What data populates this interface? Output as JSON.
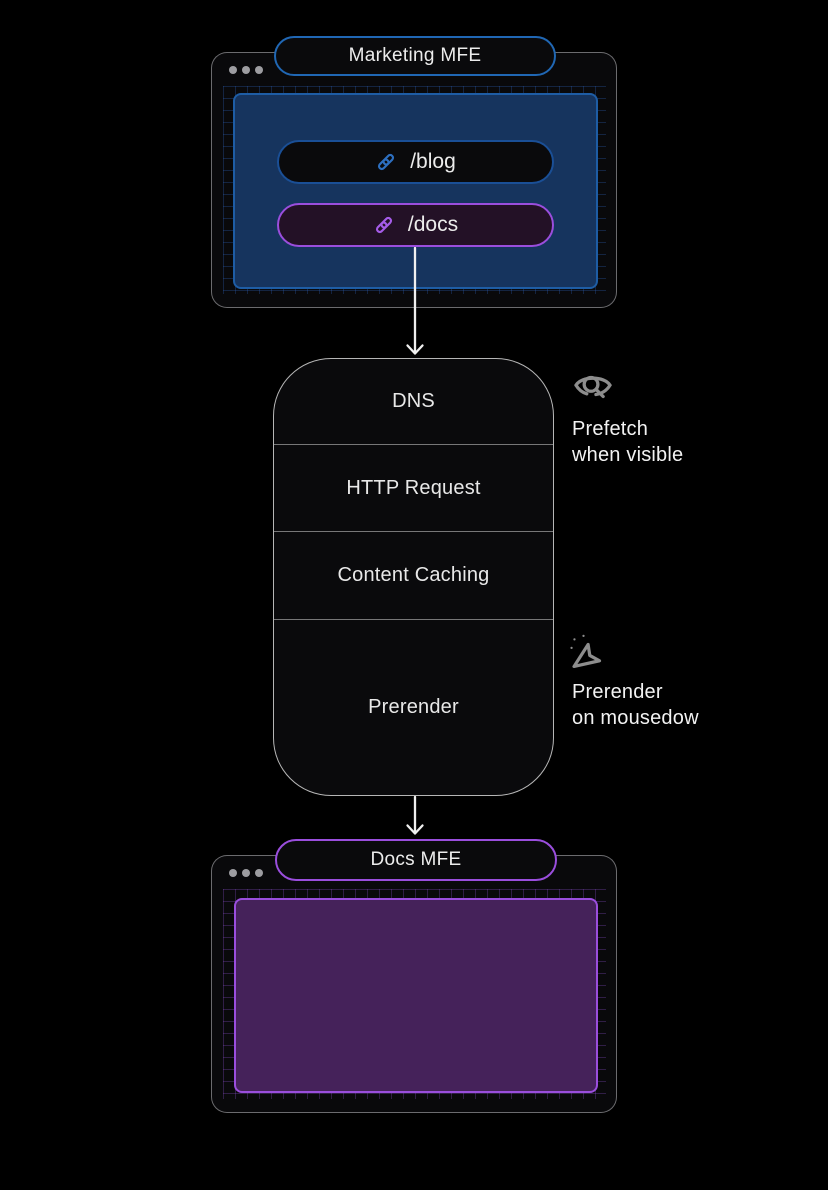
{
  "colors": {
    "background": "#000000",
    "marketing_accent": "#2067b4",
    "marketing_panel": "#16345e",
    "blog_link_accent": "#2d6fc0",
    "docs_link_accent": "#a55ce8",
    "docs_accent": "#9a4edd",
    "docs_panel": "#45225a",
    "annotation_icon": "#8d8d8d",
    "arrow": "#f0f0f0"
  },
  "marketing_window": {
    "tab_label": "Marketing MFE",
    "window_controls": "three-dots",
    "links": [
      {
        "label": "/blog",
        "icon": "link-icon",
        "accent": "#2d6fc0",
        "border": "#1a4f96",
        "background": "#0a0a0c"
      },
      {
        "label": "/docs",
        "icon": "link-icon",
        "accent": "#a55ce8",
        "border": "#9a4edd",
        "background": "#231126"
      }
    ]
  },
  "pipeline": {
    "steps": [
      {
        "label": "DNS"
      },
      {
        "label": "HTTP Request"
      },
      {
        "label": "Content Caching"
      },
      {
        "label": "Prerender"
      }
    ]
  },
  "annotations": [
    {
      "icon": "prefetch-eye-icon",
      "line1": "Prefetch",
      "line2": "when visible",
      "attached_to": "DNS"
    },
    {
      "icon": "cursor-click-icon",
      "line1": "Prerender",
      "line2": "on mousedow",
      "attached_to": "Prerender"
    }
  ],
  "docs_window": {
    "tab_label": "Docs MFE",
    "window_controls": "three-dots"
  }
}
